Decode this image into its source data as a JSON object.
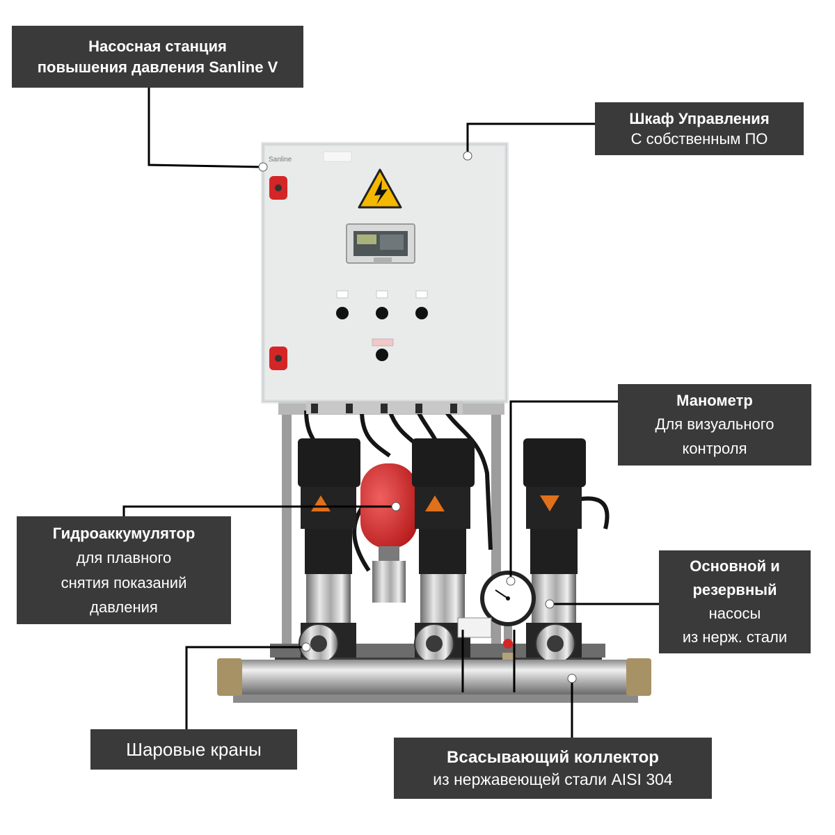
{
  "callouts": {
    "station": {
      "lines": [
        "Насосная станция",
        "повышения давления Sanline V"
      ]
    },
    "cabinet": {
      "title": "Шкаф Управления",
      "subtitle": "С собственным ПО"
    },
    "manometer": {
      "title": "Манометр",
      "subtitle_lines": [
        "Для визуального",
        "контроля"
      ]
    },
    "accumulator": {
      "title": "Гидроаккумулятор",
      "subtitle_lines": [
        "для плавного",
        "снятия показаний",
        "давления"
      ]
    },
    "pumps": {
      "title_lines": [
        "Основной и",
        "резервный"
      ],
      "subtitle_lines": [
        "насосы",
        "из нерж. стали"
      ]
    },
    "valves": {
      "label": "Шаровые краны"
    },
    "collector": {
      "title": "Всасывающий коллектор",
      "subtitle": "из нержавеющей стали AISI 304"
    }
  },
  "cabinet_brand": "Sanline",
  "colors": {
    "callout_bg": "#3a3a3a",
    "callout_text": "#ffffff",
    "leader": "#000000",
    "cabinet": "#e9ebeb",
    "tank": "#d42a2a",
    "motor": "#1c1c1c",
    "warning": "#f5b800"
  }
}
